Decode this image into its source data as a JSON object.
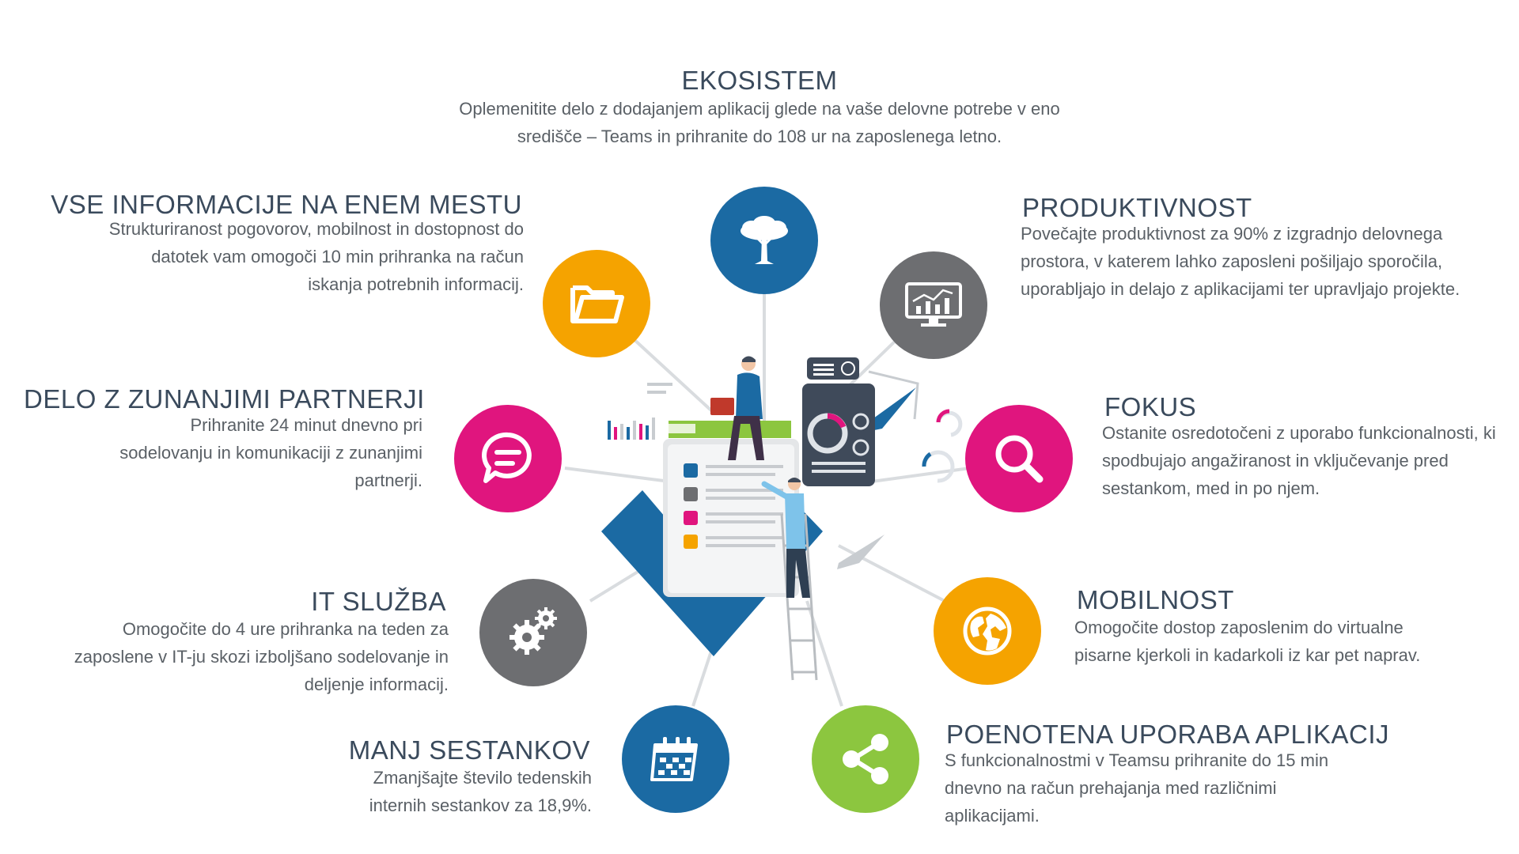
{
  "ekosistem": {
    "title": "EKOSISTEM",
    "desc": "Oplemenitite delo z dodajanjem aplikacij glede na vaše delovne potrebe v eno središče – Teams in prihranite do 108 ur na zaposlenega letno.",
    "icon": "tree-icon",
    "color": "#1b6aa3"
  },
  "vse_informacije": {
    "title": "VSE INFORMACIJE NA ENEM MESTU",
    "desc": "Strukturiranost pogovorov, mobilnost in dostopnost do datotek vam omogoči 10 min prihranka na račun iskanja potrebnih informacij.",
    "icon": "folder-icon",
    "color": "#f5a300"
  },
  "produktivnost": {
    "title": "PRODUKTIVNOST",
    "desc": "Povečajte produktivnost za 90% z izgradnjo delovnega prostora, v katerem lahko zaposleni pošiljajo sporočila, uporabljajo in delajo z aplikacijami ter upravljajo projekte.",
    "icon": "monitor-chart-icon",
    "color": "#6d6e71"
  },
  "partnerji": {
    "title": "DELO Z ZUNANJIMI PARTNERJI",
    "desc": "Prihranite 24 minut dnevno pri sodelovanju in komunikaciji z zunanjimi partnerji.",
    "icon": "chat-bubble-icon",
    "color": "#e0157e"
  },
  "fokus": {
    "title": "FOKUS",
    "desc": "Ostanite osredotočeni z uporabo funkcionalnosti, ki spodbujajo angažiranost in vključevanje pred sestankom, med in po njem.",
    "icon": "magnifier-icon",
    "color": "#e0157e"
  },
  "it": {
    "title": "IT SLUŽBA",
    "desc": "Omogočite do 4 ure prihranka na teden za zaposlene v IT-ju skozi izboljšano sodelovanje in deljenje informacij.",
    "icon": "gears-icon",
    "color": "#6d6e71"
  },
  "mobilnost": {
    "title": "MOBILNOST",
    "desc": "Omogočite dostop zaposlenim do virtualne pisarne kjerkoli in kadarkoli iz kar pet naprav.",
    "icon": "globe-icon",
    "color": "#f5a300"
  },
  "sestanki": {
    "title": "MANJ SESTANKOV",
    "desc": "Zmanjšajte število tedenskih internih sestankov za 18,9%.",
    "icon": "calendar-icon",
    "color": "#1b6aa3"
  },
  "aplikacije": {
    "title": "POENOTENA UPORABA APLIKACIJ",
    "desc": "S funkcionalnostmi v Teamsu prihranite do 15 min dnevno na račun prehajanja med različnimi aplikacijami.",
    "icon": "share-icon",
    "color": "#8cc63f"
  }
}
